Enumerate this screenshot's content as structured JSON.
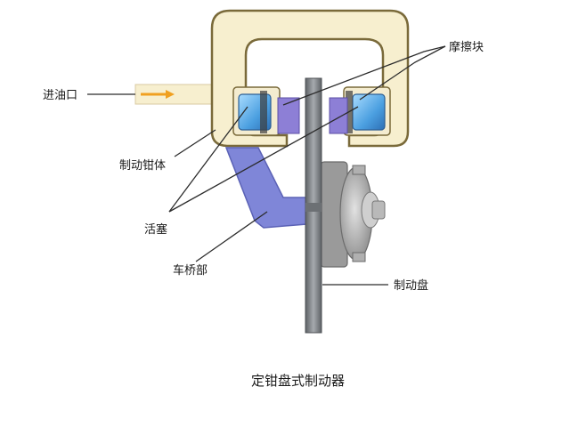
{
  "labels": {
    "oil_inlet": "进油口",
    "friction_pad": "摩擦块",
    "caliper_body": "制动钳体",
    "piston": "活塞",
    "axle_part": "车桥部",
    "brake_disc": "制动盘"
  },
  "caption": "定钳盘式制动器",
  "colors": {
    "caliper_fill": "#f7efcf",
    "caliper_stroke": "#7a6a3a",
    "axle_fill": "#7f86d8",
    "disc_fill": "#85898d",
    "piston_fill": "#57a8e0",
    "oil_arrow": "#f0a020"
  }
}
